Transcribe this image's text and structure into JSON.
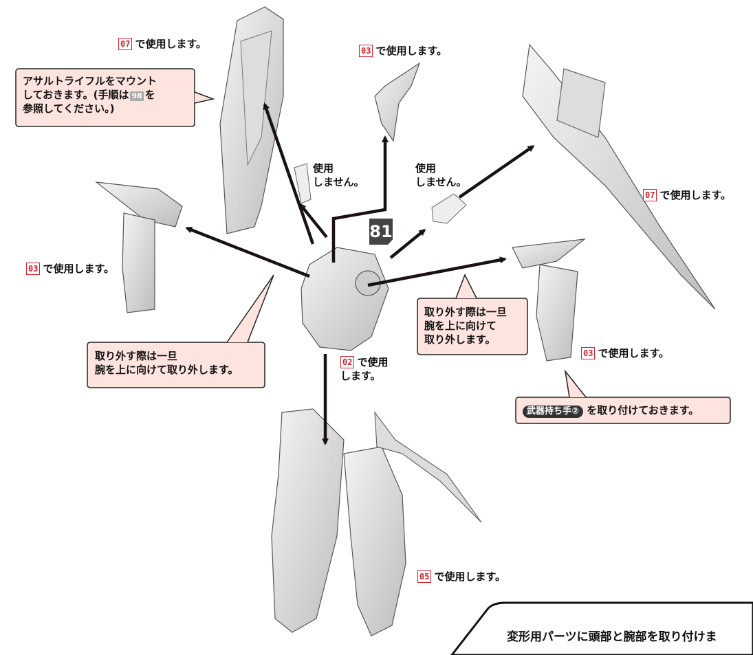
{
  "step_number": "81",
  "labels": {
    "top_left": {
      "tag": "07",
      "text": "で使用します。"
    },
    "top_center": {
      "tag": "03",
      "text": "で使用します。"
    },
    "right": {
      "tag": "07",
      "text": "で使用します。"
    },
    "left": {
      "tag": "03",
      "text": "で使用します。"
    },
    "center": {
      "tag": "02",
      "text_line1": "で使用",
      "text_line2": "します。"
    },
    "lower_right": {
      "tag": "03",
      "text": "で使用します。"
    },
    "bottom": {
      "tag": "05",
      "text": "で使用します。"
    }
  },
  "not_used": {
    "left_line1": "使用",
    "left_line2": "しません。",
    "right_line1": "使用",
    "right_line2": "しません。"
  },
  "callouts": {
    "rifle_line1": "アサルトライフルをマウント",
    "rifle_line2_a": "しておきます。(手順は",
    "rifle_ref": "98",
    "rifle_line2_b": "を",
    "rifle_line3": "参照してください。)",
    "remove_left_line1": "取り外す際は一旦",
    "remove_left_line2": "腕を上に向けて取り外します。",
    "remove_right_line1": "取り外す際は一旦",
    "remove_right_line2": "腕を上に向けて",
    "remove_right_line3": "取り外します。",
    "hand_pill": "武器持ち手②",
    "hand_text": "を取り付けておきます。"
  },
  "footer_text": "変形用パーツに頭部と腕部を取り付けま",
  "colors": {
    "tag_red": "#d6202b",
    "callout_fill": "#fde4df",
    "arrow": "#1a1212"
  }
}
